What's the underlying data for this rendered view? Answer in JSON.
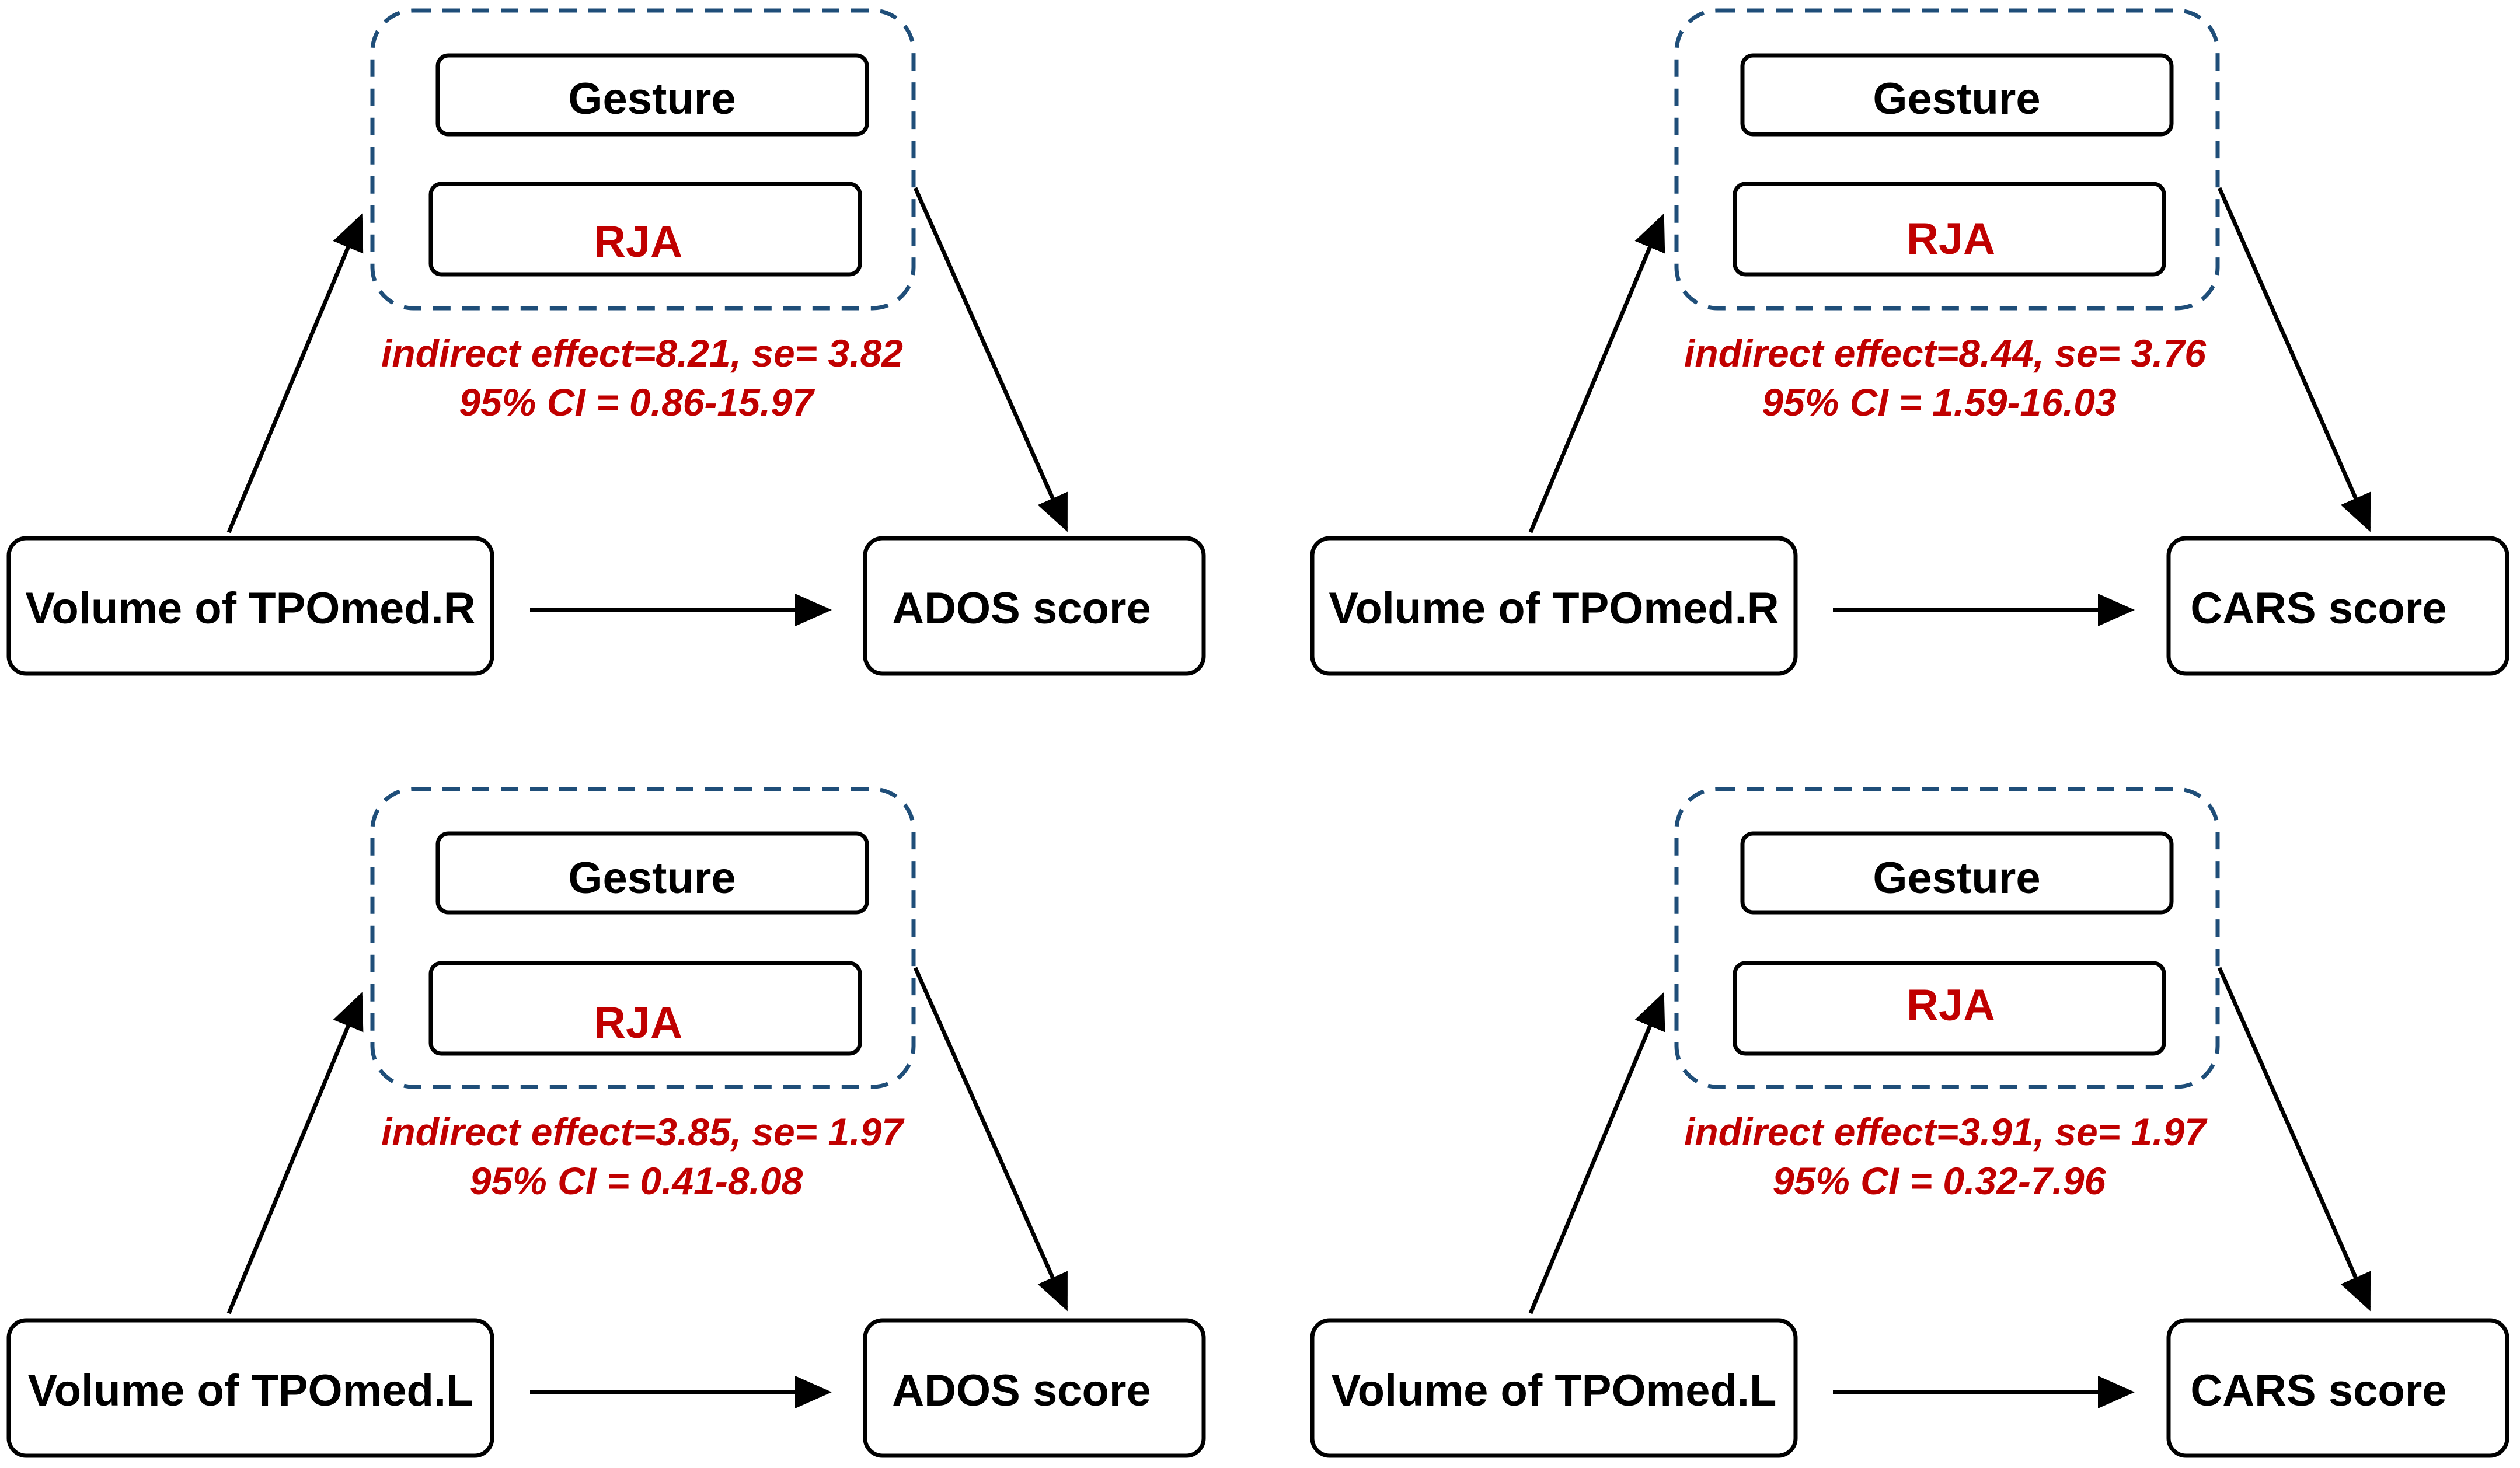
{
  "colors": {
    "stroke": "#000000",
    "dashed_group": "#1f4e79",
    "highlight": "#c00000"
  },
  "panels": [
    {
      "mediator_1": "Gesture",
      "mediator_2": "RJA",
      "stat_line_1": "indirect effect=8.21, se= 3.82",
      "stat_line_2": "95% CI = 0.86-15.97",
      "predictor": "Volume of TPOmed.R",
      "outcome": "ADOS score"
    },
    {
      "mediator_1": "Gesture",
      "mediator_2": "RJA",
      "stat_line_1": "indirect effect=8.44, se= 3.76",
      "stat_line_2": "95% CI = 1.59-16.03",
      "predictor": "Volume of TPOmed.R",
      "outcome": "CARS score"
    },
    {
      "mediator_1": "Gesture",
      "mediator_2": "RJA",
      "stat_line_1": "indirect effect=3.85, se= 1.97",
      "stat_line_2": "95% CI = 0.41-8.08",
      "predictor": "Volume of TPOmed.L",
      "outcome": "ADOS score"
    },
    {
      "mediator_1": "Gesture",
      "mediator_2": "RJA",
      "stat_line_1": "indirect effect=3.91, se= 1.97",
      "stat_line_2": "95% CI = 0.32-7.96",
      "predictor": "Volume of TPOmed.L",
      "outcome": "CARS score"
    }
  ]
}
